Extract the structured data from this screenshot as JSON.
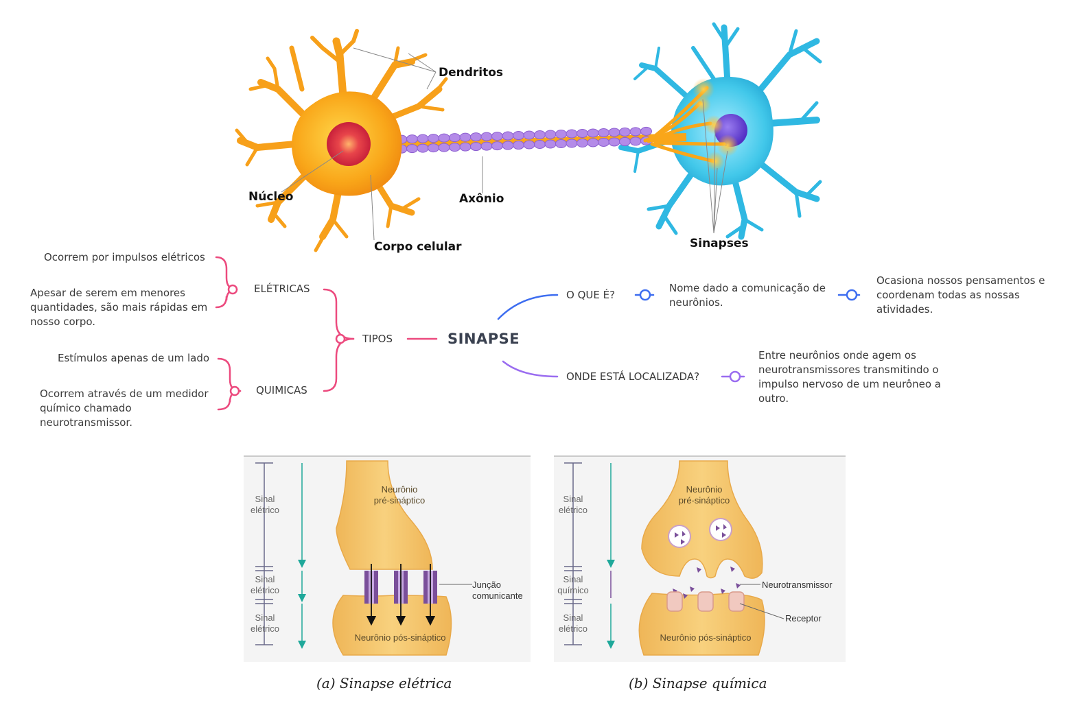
{
  "neuron": {
    "labels": {
      "dendritos": "Dendritos",
      "nucleo": "Núcleo",
      "axonio": "Axônio",
      "corpo_celular": "Corpo celular",
      "sinapses": "Sinapses"
    },
    "colors": {
      "soma": "#f7a21a",
      "nucleus": "#d7263d",
      "target": "#3cc6e6",
      "myelin": "#b48be8",
      "target_nucleus": "#6b3fd1"
    }
  },
  "mindmap": {
    "center": "SINAPSE",
    "left": {
      "label": "TIPOS",
      "branches": [
        {
          "label": "ELÉTRICAS",
          "items": [
            "Ocorrem por impulsos elétricos",
            "Apesar de serem em menores\nquantidades, são mais rápidas em\nnosso corpo."
          ]
        },
        {
          "label": "QUIMICAS",
          "items": [
            "Estímulos apenas de um lado",
            "Ocorrem através de um medidor\nquímico chamado\nneurotransmissor."
          ]
        }
      ]
    },
    "right": [
      {
        "label": "O QUE É?",
        "items": [
          "Nome dado a comunicação de\nneurônios.",
          "Ocasiona nossos pensamentos e\ncoordenam todas as nossas\natividades."
        ]
      },
      {
        "label": "ONDE ESTÁ LOCALIZADA?",
        "items": [
          "Entre neurônios onde agem os\nneurotransmissores transmitindo o\nimpulso nervoso de um neurôneo a\noutro."
        ]
      }
    ],
    "colors": {
      "left": "#ec4a7e",
      "right_top": "#3d6df0",
      "right_bottom": "#9a6cf0",
      "center": "#3a4150"
    }
  },
  "synapse_panels": {
    "a": {
      "pre": "Neurônio\npré-sináptico",
      "post": "Neurônio pós-sináptico",
      "signal": [
        "Sinal\nelétrico",
        "Sinal\nelétrico",
        "Sinal\nelétrico"
      ],
      "junction": "Junção\ncomunicante",
      "caption": "(a) Sinapse elétrica"
    },
    "b": {
      "pre": "Neurônio\npré-sináptico",
      "post": "Neurônio pós-sináptico",
      "signal": [
        "Sinal\nelétrico",
        "Sinal\nquímico",
        "Sinal\nelétrico"
      ],
      "neurotransmitter": "Neurotransmissor",
      "receptor": "Receptor",
      "caption": "(b) Sinapse química"
    },
    "colors": {
      "cell": "#f5c572",
      "arrow": "#1fa89a",
      "channel": "#7a4f9a"
    }
  }
}
